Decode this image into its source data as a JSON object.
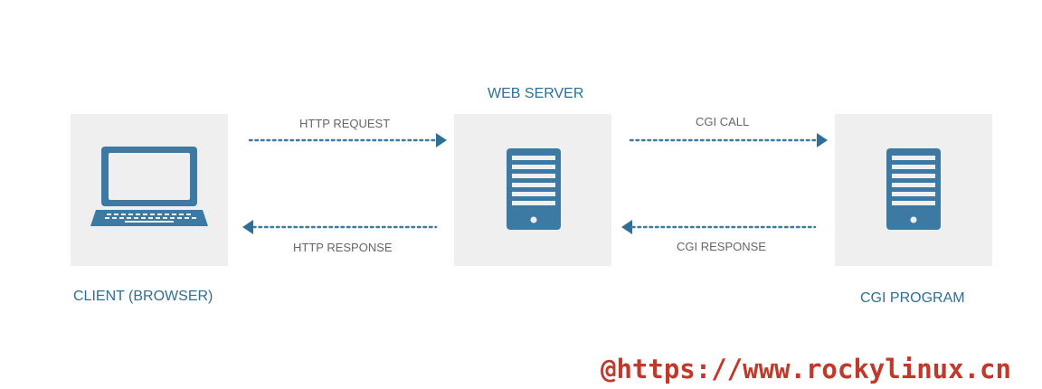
{
  "diagram": {
    "nodes": {
      "client": {
        "caption": "CLIENT (BROWSER)",
        "icon": "laptop-icon"
      },
      "web": {
        "caption": "WEB SERVER",
        "icon": "server-icon"
      },
      "cgi": {
        "caption": "CGI PROGRAM",
        "icon": "server-icon"
      }
    },
    "flows": {
      "http_request": "HTTP REQUEST",
      "http_response": "HTTP RESPONSE",
      "cgi_call": "CGI CALL",
      "cgi_response": "CGI RESPONSE"
    },
    "colors": {
      "accent": "#2f6f94",
      "icon": "#3d7aa3",
      "box": "#efefef",
      "label": "#666666",
      "watermark": "#c0392b"
    }
  },
  "watermark": "@https://www.rockylinux.cn"
}
